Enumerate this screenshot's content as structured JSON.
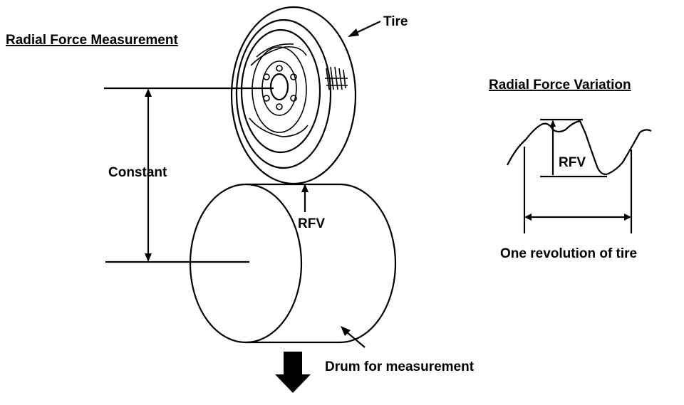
{
  "left_panel": {
    "title": "Radial Force Measurement",
    "tire_label": "Tire",
    "constant_label": "Constant",
    "rfv_label": "RFV",
    "drum_label": "Drum for measurement"
  },
  "right_panel": {
    "title": "Radial Force Variation",
    "rfv_label": "RFV",
    "revolution_label": "One revolution of tire"
  },
  "icons": {
    "down_arrow": "down-arrow-icon",
    "pointer_arrow": "pointer-arrow-icon"
  },
  "colors": {
    "ink": "#000000",
    "background": "#ffffff"
  }
}
